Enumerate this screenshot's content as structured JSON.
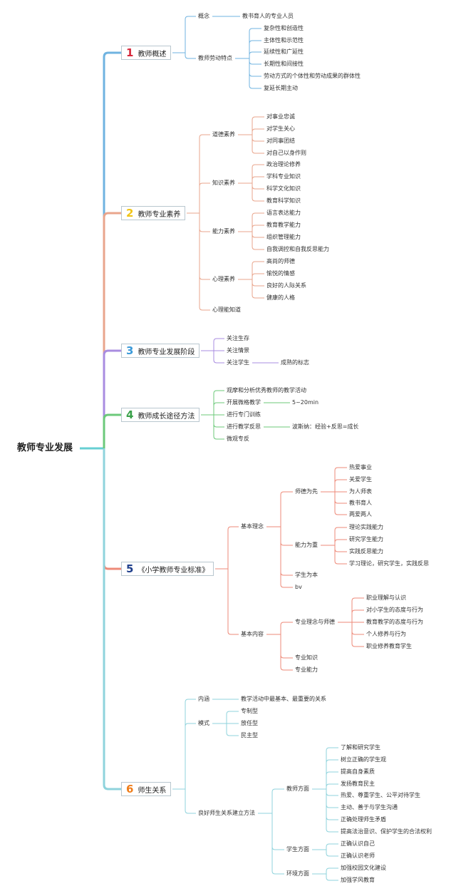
{
  "root": "教师专业发展",
  "colors": {
    "b1": "#6fb3e0",
    "b2": "#e9a58c",
    "b3": "#a98ce0",
    "b4": "#6cc97a",
    "b5": "#ee8a78",
    "b6": "#8fd3dc",
    "n1": "#d6283b",
    "n2": "#f0c419",
    "n3": "#3b9ad9",
    "n4": "#3aa14a",
    "n5": "#1f3f8c",
    "n6": "#ef7d1a"
  },
  "branches": [
    {
      "num": "1",
      "label": "教师概述",
      "children": [
        {
          "label": "概念",
          "children": [
            {
              "label": "教书育人的专业人员"
            }
          ]
        },
        {
          "label": "教师劳动特点",
          "children": [
            {
              "label": "复杂性和创造性"
            },
            {
              "label": "主体性和示范性"
            },
            {
              "label": "延续性和广延性"
            },
            {
              "label": "长期性和间接性"
            },
            {
              "label": "劳动方式的个体性和劳动成果的群体性"
            },
            {
              "label": "复延长期主动"
            }
          ]
        }
      ]
    },
    {
      "num": "2",
      "label": "教师专业素养",
      "children": [
        {
          "label": "道德素养",
          "children": [
            {
              "label": "对事业忠诚"
            },
            {
              "label": "对学生关心"
            },
            {
              "label": "对同事团结"
            },
            {
              "label": "对自己以身作则"
            }
          ]
        },
        {
          "label": "知识素养",
          "children": [
            {
              "label": "政治理论修养"
            },
            {
              "label": "学科专业知识"
            },
            {
              "label": "科学文化知识"
            },
            {
              "label": "教育科学知识"
            }
          ]
        },
        {
          "label": "能力素养",
          "children": [
            {
              "label": "语言表达能力"
            },
            {
              "label": "教育教学能力"
            },
            {
              "label": "组织管理能力"
            },
            {
              "label": "自我调控和自我反思能力"
            }
          ]
        },
        {
          "label": "心理素养",
          "children": [
            {
              "label": "高尚的师德"
            },
            {
              "label": "愉悦的情感"
            },
            {
              "label": "良好的人际关系"
            },
            {
              "label": "健康的人格"
            }
          ]
        },
        {
          "label": "心理能知道"
        }
      ]
    },
    {
      "num": "3",
      "label": "教师专业发展阶段",
      "children": [
        {
          "label": "关注生存"
        },
        {
          "label": "关注情景"
        },
        {
          "label": "关注学生",
          "children": [
            {
              "label": "成熟的标志"
            }
          ]
        }
      ]
    },
    {
      "num": "4",
      "label": "教师成长途径方法",
      "children": [
        {
          "label": "观摩和分析优秀教师的教学活动"
        },
        {
          "label": "开展微格教学",
          "children": [
            {
              "label": "5~20min"
            }
          ]
        },
        {
          "label": "进行专门训练"
        },
        {
          "label": "进行教学反思",
          "children": [
            {
              "label": "波斯纳：经验+反思=成长"
            }
          ]
        },
        {
          "label": "微观专反"
        }
      ]
    },
    {
      "num": "5",
      "label": "《小学教师专业标准》",
      "children": [
        {
          "label": "基本理念",
          "children": [
            {
              "label": "师德为先",
              "children": [
                {
                  "label": "热爱事业"
                },
                {
                  "label": "关爱学生"
                },
                {
                  "label": "为人师表"
                },
                {
                  "label": "教书育人"
                },
                {
                  "label": "两爱两人"
                }
              ]
            },
            {
              "label": "能力为重",
              "children": [
                {
                  "label": "理论实践能力"
                },
                {
                  "label": "研究学生能力"
                },
                {
                  "label": "实践反思能力"
                },
                {
                  "label": "学习理论，研究学生，实践反思"
                }
              ]
            },
            {
              "label": "学生为本"
            },
            {
              "label": "bv"
            }
          ]
        },
        {
          "label": "基本内容",
          "children": [
            {
              "label": "专业理念与师德",
              "children": [
                {
                  "label": "职业理解与认识"
                },
                {
                  "label": "对小学生的态度与行为"
                },
                {
                  "label": "教育教学的态度与行为"
                },
                {
                  "label": "个人修养与行为"
                },
                {
                  "label": "职业修养教育学生"
                }
              ]
            },
            {
              "label": "专业知识"
            },
            {
              "label": "专业能力"
            }
          ]
        }
      ]
    },
    {
      "num": "6",
      "label": "师生关系",
      "children": [
        {
          "label": "内涵",
          "children": [
            {
              "label": "教学活动中最基本、最重要的关系"
            }
          ]
        },
        {
          "label": "模式",
          "children": [
            {
              "label": "专制型"
            },
            {
              "label": "放任型"
            },
            {
              "label": "民主型"
            }
          ]
        },
        {
          "label": "良好师生关系建立方法",
          "children": [
            {
              "label": "教师方面",
              "children": [
                {
                  "label": "了解和研究学生"
                },
                {
                  "label": "树立正确的学生观"
                },
                {
                  "label": "提高自身素质"
                },
                {
                  "label": "发扬教育民主"
                },
                {
                  "label": "热爱、尊重学生、公平对待学生"
                },
                {
                  "label": "主动、善于与学生沟通"
                },
                {
                  "label": "正确处理师生矛盾"
                },
                {
                  "label": "提高法治意识、保护学生的合法权利"
                }
              ]
            },
            {
              "label": "学生方面",
              "children": [
                {
                  "label": "正确认识自己"
                },
                {
                  "label": "正确认识老师"
                }
              ]
            },
            {
              "label": "环境方面",
              "children": [
                {
                  "label": "加强校园文化建设"
                },
                {
                  "label": "加强学风教育"
                }
              ]
            }
          ]
        }
      ]
    }
  ]
}
